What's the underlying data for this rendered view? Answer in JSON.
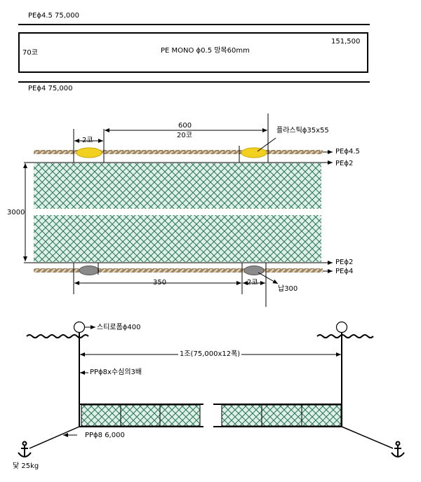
{
  "spec": {
    "top_rope": "PEϕ4.5  75,000",
    "net_spec": "PE MONO ϕ0.5 망목60mm",
    "count_left": "70코",
    "count_right": "151,500",
    "bottom_rope": "PEϕ4  75,000"
  },
  "detail": {
    "dim_2ko_top": "2코",
    "dim_600": "600",
    "dim_20ko": "20코",
    "float_label": "플라스틱ϕ35x55",
    "label_pe45": "PEϕ4.5",
    "label_pe2_top": "PEϕ2",
    "dim_3000": "3000",
    "label_pe2_bottom": "PEϕ2",
    "label_pe4": "PEϕ4",
    "dim_350": "350",
    "dim_2ko_bottom": "2코",
    "sinker_label": "납300"
  },
  "overview": {
    "buoy_label": "스티로폼ϕ400",
    "span_label": "1조(75,000x12폭)",
    "riser_label": "PPϕ8x수심의3배",
    "anchor_line_label": "PPϕ8 6,000",
    "anchor_label": "닻 25kg"
  },
  "colors": {
    "rope": "#a0896a",
    "rope_stripe": "#e8dcc0",
    "netting": "#2f7a5a",
    "net_fill": "#dff0e8",
    "float": "#f2d020",
    "sinker": "#8a8a8a"
  }
}
